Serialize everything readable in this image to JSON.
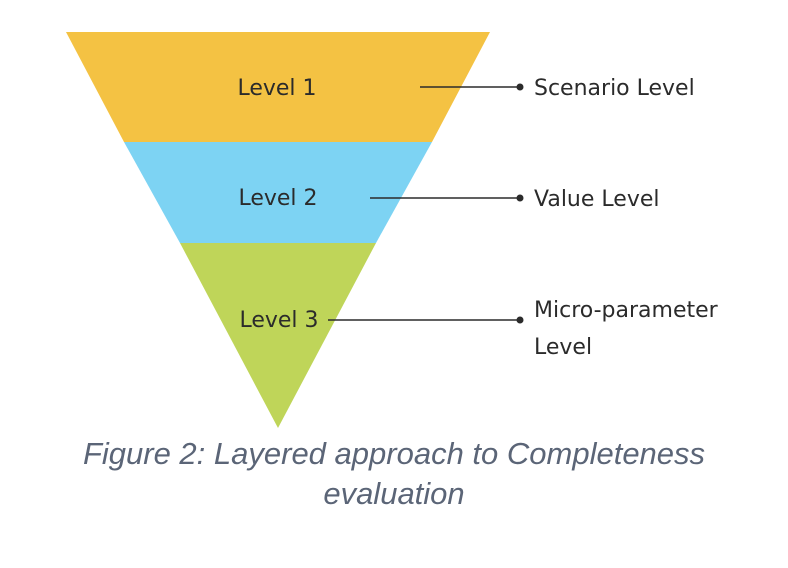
{
  "diagram": {
    "levels": [
      {
        "label": "Level 1",
        "description": "Scenario Level",
        "color": "#f4c243"
      },
      {
        "label": "Level 2",
        "description": "Value Level",
        "color": "#7dd3f3"
      },
      {
        "label": "Level 3",
        "description_lines": [
          "Micro-parameter",
          "Level"
        ],
        "color": "#bfd559"
      }
    ],
    "connector_color": "#2b2b2b",
    "label_color": "#2b2b2b"
  },
  "caption": {
    "line1": "Figure 2: Layered approach to Completeness",
    "line2": "evaluation",
    "color": "#5b6577"
  }
}
